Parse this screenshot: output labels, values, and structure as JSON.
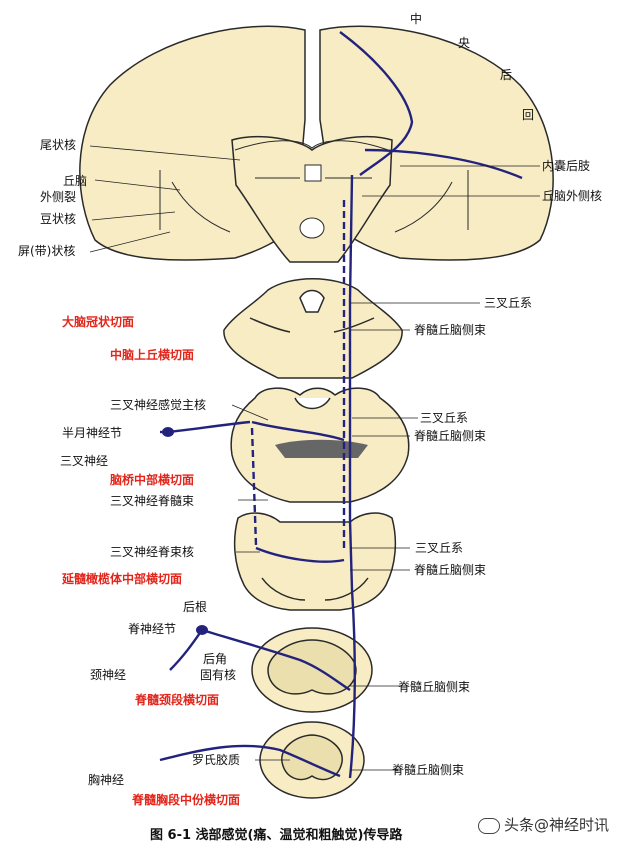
{
  "labels": {
    "zhong": "中",
    "yang": "央",
    "hou": "后",
    "hui": "回",
    "weizhuanghe": "尾状核",
    "qiunao": "丘脑",
    "waicelie": "外侧裂",
    "douzhuanghe": "豆状核",
    "pingzhuanghe": "屏(带)状核",
    "neinanghouzhi": "内囊后肢",
    "qiunaowaiceh": "丘脑外侧核",
    "sancha_qiuxi_1": "三叉丘系",
    "jisuiqiunaocesu_1": "脊髓丘脑侧束",
    "sanchashenjinggangjuezhuhe": "三叉神经感觉主核",
    "sancha_qiuxi_2": "三叉丘系",
    "banyueshenjingjie": "半月神经节",
    "jisuiqiunaocesu_2": "脊髓丘脑侧束",
    "sanchashenjing": "三叉神经",
    "sanchashenjingjisuisu": "三叉神经脊髓束",
    "sanchashenjingjisuhe": "三叉神经脊束核",
    "sancha_qiuxi_3": "三叉丘系",
    "jisuiqiunaocesu_3": "脊髓丘脑侧束",
    "hougen": "后根",
    "jisuishenjingjie": "脊神经节",
    "jingshenjing": "颈神经",
    "houjiao": "后角",
    "guyouhe": "固有核",
    "jisuiqiunaocesu_4": "脊髓丘脑侧束",
    "luoshijiaozhi": "罗氏胶质",
    "jisuiqiunaocesu_5": "脊髓丘脑侧束",
    "xiongshenjing": "胸神经"
  },
  "section_titles": {
    "danao_guanzhuang": "大脑冠状切面",
    "zhongnao_shangqiu": "中脑上丘横切面",
    "naoqiao_zhongbu": "脑桥中部横切面",
    "yansui_ganlanti": "延髓橄榄体中部横切面",
    "jisui_jingduan": "脊髓颈段横切面",
    "jisui_xiongduan": "脊髓胸段中份横切面"
  },
  "caption": "图 6-1   浅部感觉(痛、温觉和粗触觉)传导路",
  "watermark": "头条@神经时讯",
  "colors": {
    "pathway": "#23237e",
    "tissue": "#f7ecc4",
    "outline": "#2a2a2a",
    "section_title": "#e2261c"
  }
}
